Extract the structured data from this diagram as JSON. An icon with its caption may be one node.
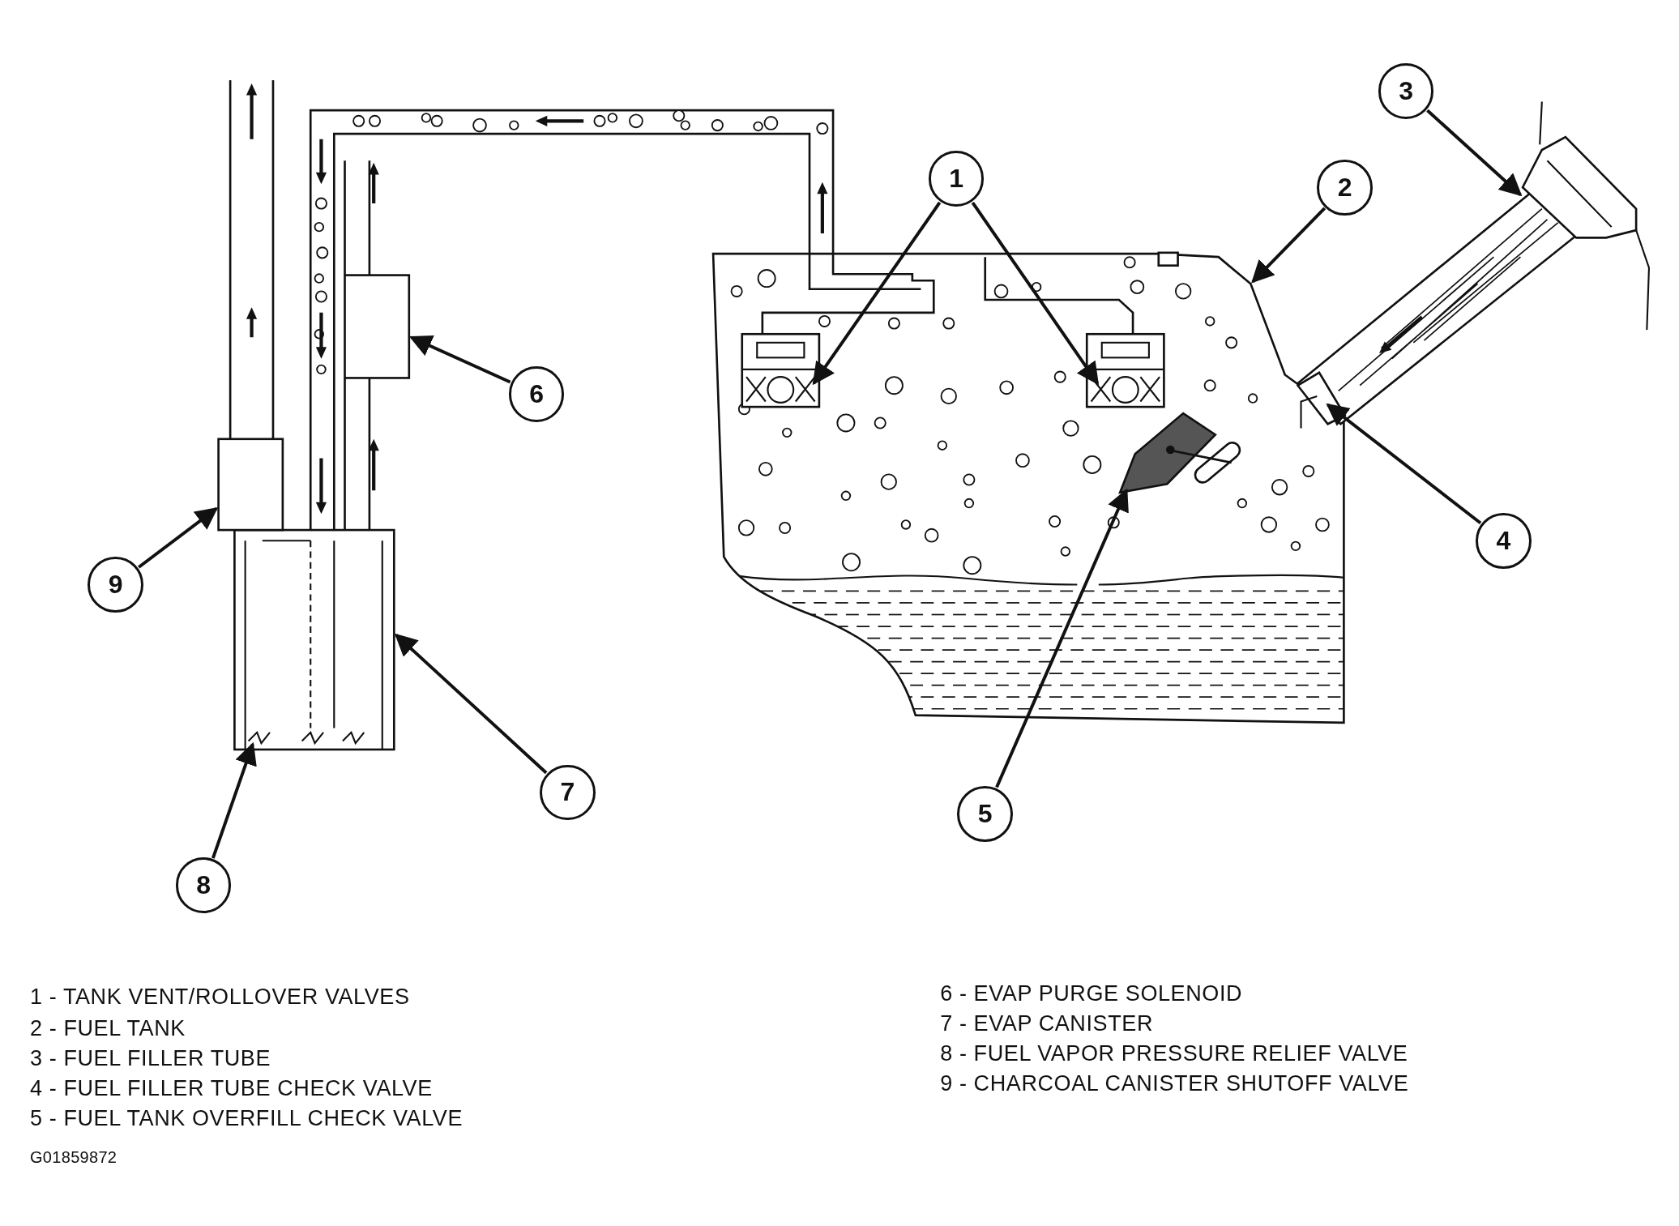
{
  "diagram": {
    "nodes": [
      {
        "text": [
          "1"
        ]
      },
      {
        "text": [
          "2"
        ]
      },
      {
        "text": [
          "3"
        ]
      },
      {
        "text": [
          "4"
        ]
      },
      {
        "text": [
          "5"
        ]
      },
      {
        "text": [
          "6"
        ]
      },
      {
        "text": [
          "7"
        ]
      },
      {
        "text": [
          "8"
        ]
      },
      {
        "text": [
          "9"
        ]
      },
      {
        "text": [],
        "shape": "picture"
      },
      {
        "text": [],
        "shape": "picture",
        "in": 9
      },
      {
        "text": [],
        "shape": "picture",
        "in": 9
      },
      {
        "text": [],
        "shape": "picture"
      },
      {
        "text": [],
        "shape": "picture",
        "in": 12
      },
      {
        "text": [],
        "shape": "picture",
        "in": 9
      },
      {
        "text": [],
        "shape": "box"
      },
      {
        "text": [],
        "shape": "box"
      },
      {
        "text": [],
        "shape": "picture",
        "in": 16
      },
      {
        "text": [],
        "shape": "box"
      }
    ],
    "edges": [
      {
        "from": 0,
        "to": 10,
        "arrow": "to"
      },
      {
        "from": 0,
        "to": 11,
        "arrow": "to"
      },
      {
        "from": 1,
        "to": 9,
        "arrow": "to"
      },
      {
        "from": 2,
        "to": 12,
        "arrow": "to"
      },
      {
        "from": 3,
        "to": 13,
        "arrow": "to"
      },
      {
        "from": 4,
        "to": 14,
        "arrow": "to"
      },
      {
        "from": 5,
        "to": 15,
        "arrow": "to"
      },
      {
        "from": 6,
        "to": 16,
        "arrow": "to"
      },
      {
        "from": 7,
        "to": 17,
        "arrow": "to"
      },
      {
        "from": 8,
        "to": 18,
        "arrow": "to"
      }
    ],
    "labels": [
      "1 - TANK VENT/ROLLOVER VALVES",
      "2 - FUEL TANK",
      "3 - FUEL FILLER TUBE",
      "4 - FUEL FILLER TUBE CHECK VALVE",
      "5 - FUEL TANK OVERFILL CHECK VALVE",
      "6 - EVAP PURGE SOLENOID",
      "7 - EVAP CANISTER",
      "8 - FUEL VAPOR PRESSURE RELIEF VALVE",
      "9 - CHARCOAL CANISTER SHUTOFF VALVE",
      "G01859872"
    ]
  }
}
